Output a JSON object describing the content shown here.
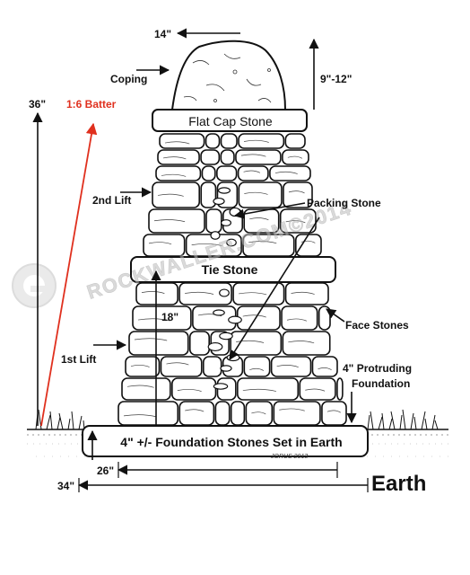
{
  "labels": {
    "top_width": "14\"",
    "coping": "Coping",
    "coping_height": "9\"-12\"",
    "height_36": "36\"",
    "batter": "1:6 Batter",
    "cap_stone": "Flat Cap Stone",
    "second_lift": "2nd Lift",
    "packing_stone": "Packing Stone",
    "tie_stone": "Tie Stone",
    "height_18": "18\"",
    "face_stones": "Face Stones",
    "first_lift": "1st Lift",
    "protruding_line1": "4\" Protruding",
    "protruding_line2": "Foundation",
    "foundation": "4\" +/- Foundation Stones Set in Earth",
    "width_26": "26\"",
    "width_34": "34\"",
    "earth": "Earth"
  },
  "watermark": {
    "text": "ROCKWALLER.COM©2014",
    "color": "#c8c8c8"
  },
  "signature": "JORUS 2013",
  "colors": {
    "ink": "#111111",
    "batter": "#e0301e",
    "stone_fill": "#ffffff"
  }
}
